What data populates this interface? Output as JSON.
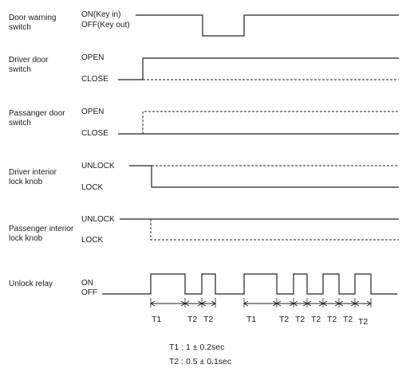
{
  "signals": [
    {
      "label_lines": [
        "Door warning",
        "switch"
      ],
      "high": "ON(Key in)",
      "low": "OFF(Key out)"
    },
    {
      "label_lines": [
        "Driver door",
        "switch"
      ],
      "high": "OPEN",
      "low": "CLOSE"
    },
    {
      "label_lines": [
        "Passanger door",
        "switch"
      ],
      "high": "OPEN",
      "low": "CLOSE"
    },
    {
      "label_lines": [
        "Driver interior",
        "lock knob"
      ],
      "high": "UNLOCK",
      "low": "LOCK"
    },
    {
      "label_lines": [
        "Passenger interior",
        "lock knob"
      ],
      "high": "UNLOCK",
      "low": "LOCK"
    },
    {
      "label_lines": [
        "Unlock relay"
      ],
      "high": "ON",
      "low": "OFF"
    }
  ],
  "timing_labels": [
    "T1",
    "T2",
    "T2",
    "T1",
    "T2",
    "T2",
    "T2",
    "T2",
    "T2",
    "T2"
  ],
  "legend": [
    "T1 : 1 ± 0.2sec",
    "T2 : 0.5 ± 0.1sec"
  ]
}
